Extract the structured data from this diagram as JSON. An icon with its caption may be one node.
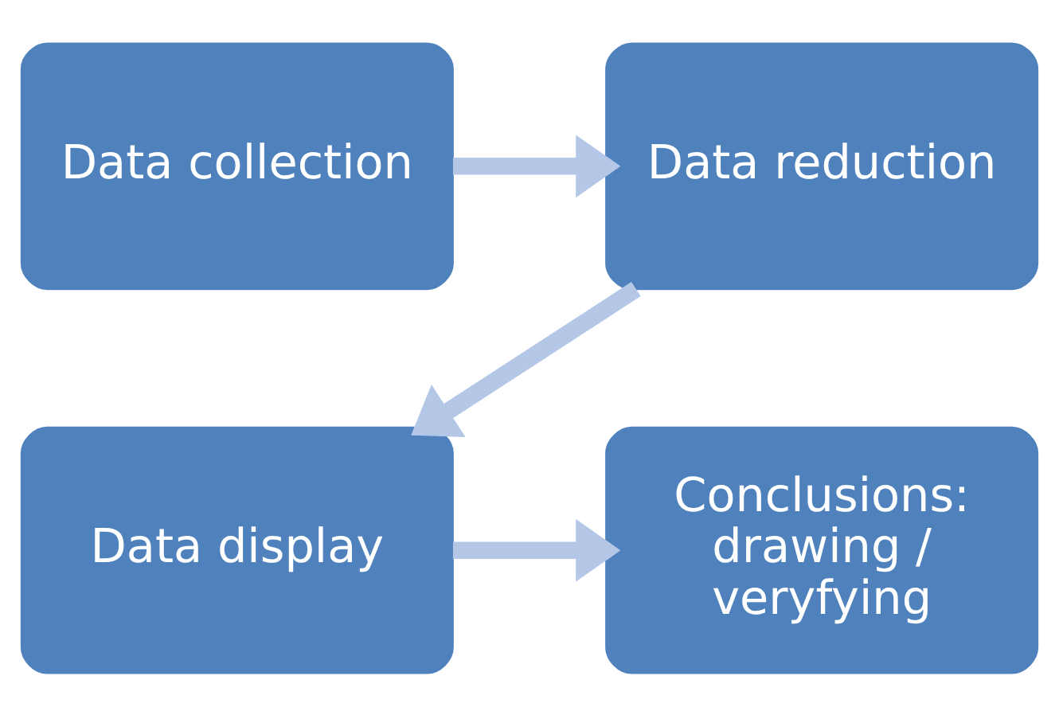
{
  "diagram": {
    "nodes": [
      {
        "text": [
          "Data collection"
        ]
      },
      {
        "text": [
          "Data reduction"
        ]
      },
      {
        "text": [
          "Conclusions: drawing / veryfying"
        ]
      },
      {
        "text": [
          "Data display"
        ]
      }
    ],
    "edges": [
      {
        "from": 0,
        "to": 1,
        "arrow": "to"
      },
      {
        "from": 1,
        "to": 3,
        "arrow": "to"
      },
      {
        "from": 3,
        "to": 2,
        "arrow": "to"
      }
    ]
  }
}
